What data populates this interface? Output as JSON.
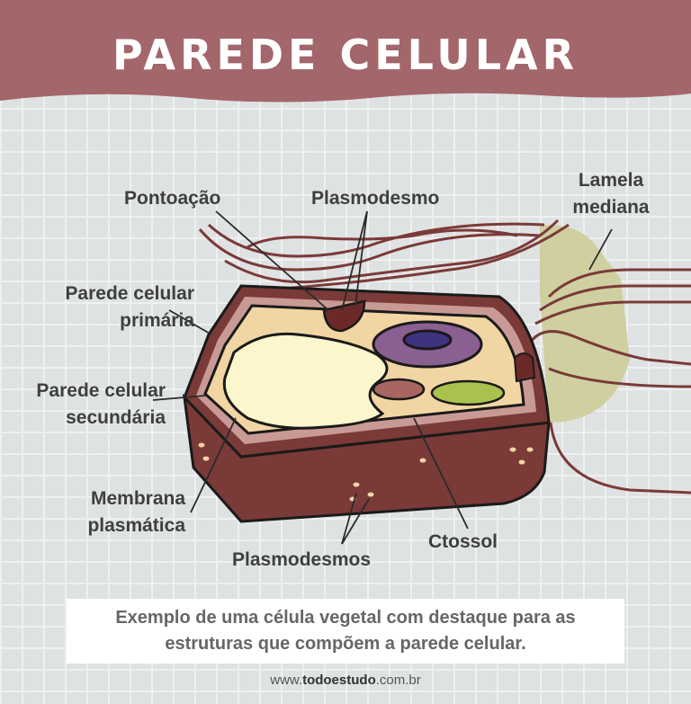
{
  "header": {
    "title": "PAREDE CELULAR"
  },
  "labels": {
    "pontoacao": "Pontoação",
    "plasmodesmo": "Plasmodesmo",
    "lamela_line1": "Lamela",
    "lamela_line2": "mediana",
    "parede_primaria_line1": "Parede celular",
    "parede_primaria_line2": "primária",
    "parede_secundaria_line1": "Parede celular",
    "parede_secundaria_line2": "secundária",
    "membrana_line1": "Membrana",
    "membrana_line2": "plasmática",
    "plasmodesmos": "Plasmodesmos",
    "ctossol": "Ctossol"
  },
  "caption": "Exemplo de uma célula vegetal com destaque para as estruturas que compõem a parede celular.",
  "footer": {
    "site_prefix": "www.",
    "site_bold": "todoestudo",
    "site_suffix": ".com.br"
  },
  "colors": {
    "header": "#a3666a",
    "cell_wall": "#7a3a38",
    "cytoplasm": "#f1d5a3",
    "vacuole": "#fbf6cc",
    "nucleus": "#8a5f91",
    "chloroplast": "#a9c24e",
    "middle_lamella": "#cfcfa0"
  }
}
